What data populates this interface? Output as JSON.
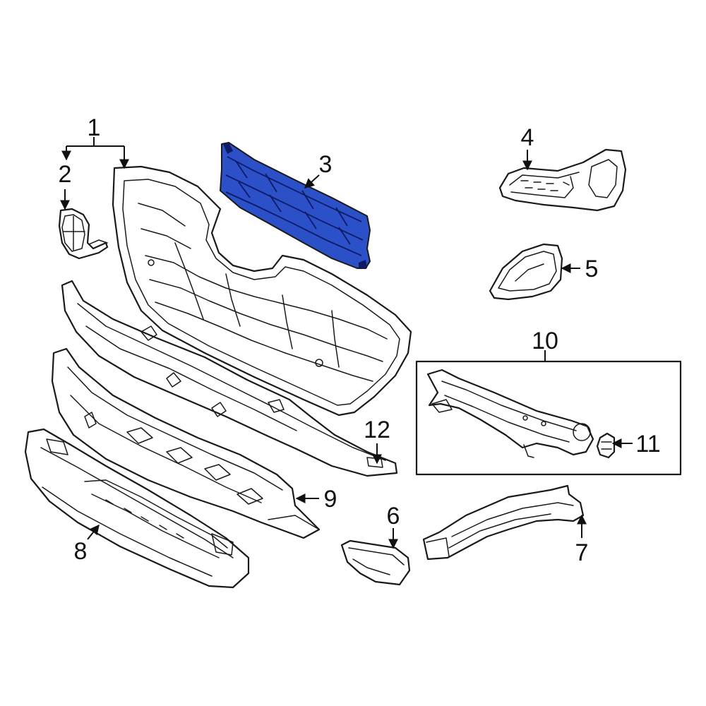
{
  "diagram": {
    "callouts": [
      {
        "id": "c1",
        "label": "1"
      },
      {
        "id": "c2",
        "label": "2"
      },
      {
        "id": "c3",
        "label": "3"
      },
      {
        "id": "c4",
        "label": "4"
      },
      {
        "id": "c5",
        "label": "5"
      },
      {
        "id": "c6",
        "label": "6"
      },
      {
        "id": "c7",
        "label": "7"
      },
      {
        "id": "c8",
        "label": "8"
      },
      {
        "id": "c9",
        "label": "9"
      },
      {
        "id": "c10",
        "label": "10"
      },
      {
        "id": "c11",
        "label": "11"
      },
      {
        "id": "c12",
        "label": "12"
      }
    ],
    "highlighted_part": "3",
    "colors": {
      "highlight": "#2b50c8",
      "highlight_dark": "#0d1a66",
      "line": "#1a1a1a",
      "background": "#ffffff"
    }
  }
}
